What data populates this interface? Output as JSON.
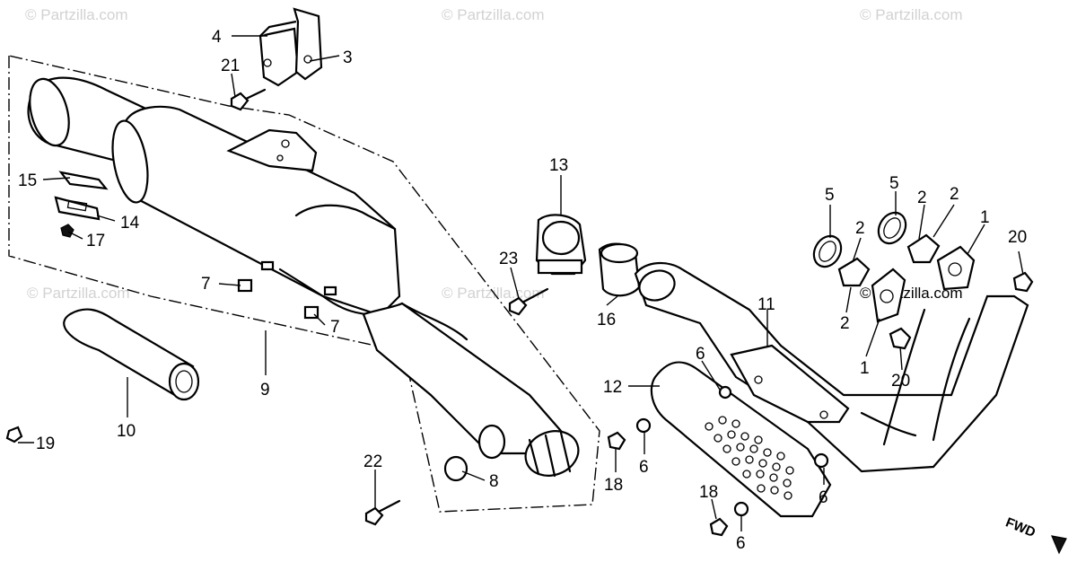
{
  "watermark": "© Partzilla.com",
  "fwd_label": "FWD",
  "callouts": {
    "c1a": "1",
    "c1b": "1",
    "c2a": "2",
    "c2b": "2",
    "c2c": "2",
    "c2d": "2",
    "c3": "3",
    "c4": "4",
    "c5a": "5",
    "c5b": "5",
    "c6a": "6",
    "c6b": "6",
    "c6c": "6",
    "c6d": "6",
    "c7a": "7",
    "c7b": "7",
    "c8": "8",
    "c9": "9",
    "c10": "10",
    "c11": "11",
    "c12": "12",
    "c13": "13",
    "c14": "14",
    "c15": "15",
    "c16": "16",
    "c17": "17",
    "c18a": "18",
    "c18b": "18",
    "c19": "19",
    "c20a": "20",
    "c20b": "20",
    "c21": "21",
    "c22": "22",
    "c23": "23"
  }
}
